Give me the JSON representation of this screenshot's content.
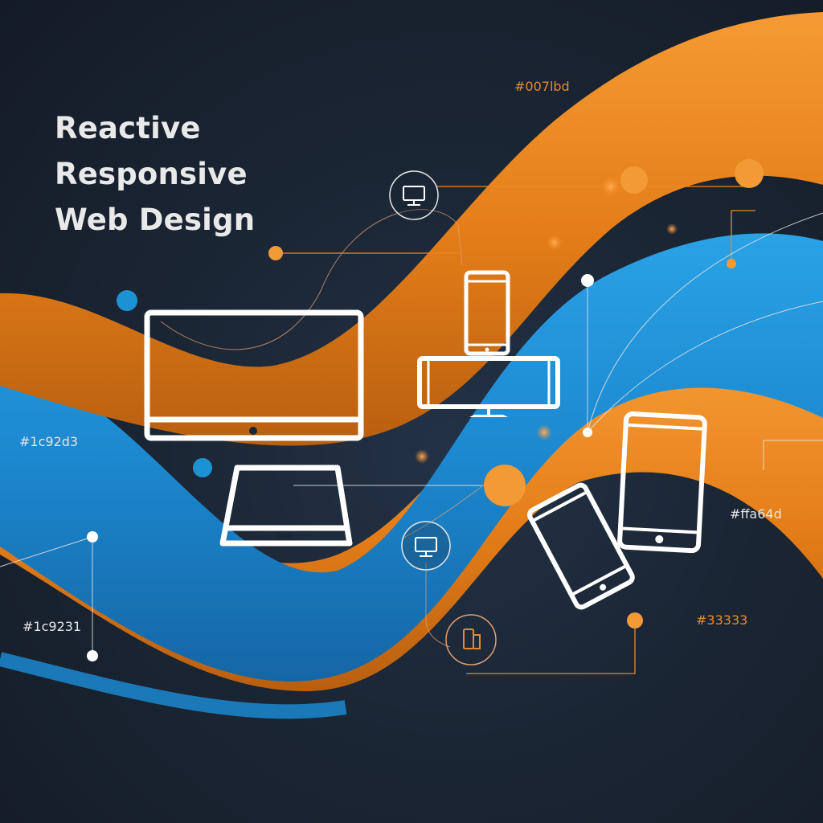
{
  "title": [
    "Reactive",
    "Responsive",
    "Web Design"
  ],
  "color_codes": [
    {
      "id": "code-007lbd",
      "text": "#007lbd",
      "color": "#e8892a"
    },
    {
      "id": "code-1c92d3",
      "text": "#1c92d3",
      "color": "#e6e6e6"
    },
    {
      "id": "code-ffa64d",
      "text": "#ffa64d",
      "color": "#e6e6e6"
    },
    {
      "id": "code-1c9231",
      "text": "#1c9231",
      "color": "#e6e6e6"
    },
    {
      "id": "code-33333",
      "text": "#33333",
      "color": "#e8892a"
    }
  ],
  "palette": {
    "background": "#1b2635",
    "orange": "#ee8a24",
    "blue": "#1c92d3",
    "icon": "#ffffff",
    "title_text": "#e9e9ea"
  },
  "icons": [
    "desktop-monitor-icon",
    "smartphone-icon",
    "landscape-tablet-icon",
    "tablet-icon",
    "smartphone-icon",
    "smartphone-icon",
    "small-monitor-icon",
    "small-phone-icon"
  ]
}
